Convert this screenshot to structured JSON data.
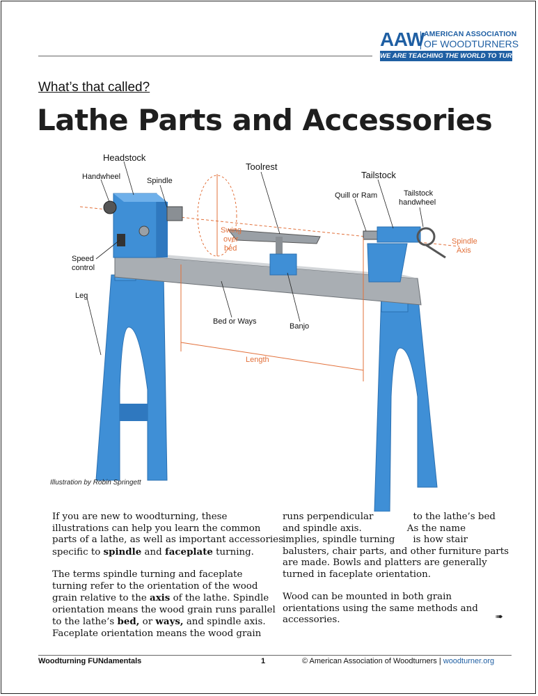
{
  "logo": {
    "acronym": "AAW",
    "line1": "AMERICAN ASSOCIATION",
    "line2": "OF WOODTURNERS",
    "tagline": "WE ARE TEACHING THE WORLD TO TURN."
  },
  "header": {
    "kicker": "What’s that called?",
    "title": "Lathe Parts and Accessories"
  },
  "illustration": {
    "labels": {
      "headstock": "Headstock",
      "handwheel": "Handwheel",
      "spindle": "Spindle",
      "toolrest": "Toolrest",
      "tailstock": "Tailstock",
      "quill": "Quill or Ram",
      "tailstock_handwheel_1": "Tailstock",
      "tailstock_handwheel_2": "handwheel",
      "speed_control_1": "Speed",
      "speed_control_2": "control",
      "leg": "Leg",
      "bed": "Bed or Ways",
      "banjo": "Banjo",
      "swing_1": "Swing",
      "swing_2": "over",
      "swing_3": "bed",
      "spindle_axis_1": "Spindle",
      "spindle_axis_2": "Axis",
      "length": "Length"
    },
    "credit": "Illustration by Robin Springett",
    "colors": {
      "machine": "#3f8fd6",
      "bed": "#a9aeb3",
      "dimension": "#e2703a"
    }
  },
  "body": {
    "col1": {
      "p1": [
        "If you are new to woodturning, these",
        "illustrations can help you learn the common",
        "parts of a lathe, as well as important accessories"
      ],
      "p1_last_pre": "specific to ",
      "p1_b1": "spindle",
      "p1_and": " and ",
      "p1_b2": "faceplate",
      "p1_end": " turning.",
      "p2": [
        "The terms spindle turning and faceplate",
        "turning refer to the orientation of the wood"
      ],
      "p2_l3_pre": "grain relative to the ",
      "p2_l3_b": "axis",
      "p2_l3_post": " of the lathe. Spindle",
      "p2_l4": "orientation means the wood grain runs parallel",
      "p2_l5_pre": "to the lathe’s ",
      "p2_l5_b1": "bed,",
      "p2_l5_mid": " or ",
      "p2_l5_b2": "ways,",
      "p2_l5_post": " and spindle axis.",
      "p2_l6": "Faceplate orientation means the wood grain"
    },
    "col2": {
      "p1_l1a": "runs perpendicular",
      "p1_l1b": "to the lathe’s bed",
      "p1_l2a": "and spindle  axis.",
      "p1_l2b": "As the name",
      "p1_l3a": "implies, spindle turning",
      "p1_l3b": "is how stair",
      "p1_l4": "balusters, chair parts, and other furniture parts",
      "p1_l5": "are made. Bowls and platters are generally",
      "p1_l6": "turned in faceplate orientation.",
      "p2": [
        "Wood can be mounted in both grain",
        "orientations using the same methods and",
        "accessories."
      ]
    }
  },
  "footer": {
    "left": "Woodturning FUNdamentals",
    "page": "1",
    "copyright": "© American Association of Woodturners | ",
    "link": "woodturner.org"
  },
  "icons": {
    "next": "next-page-icon"
  }
}
